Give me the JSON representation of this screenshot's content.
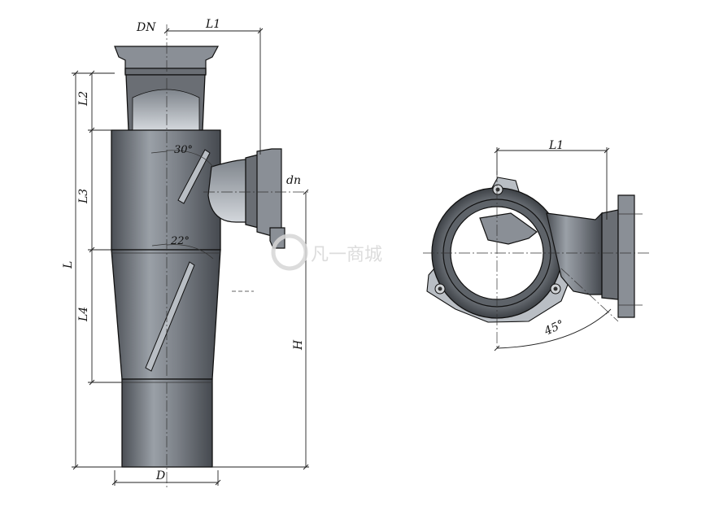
{
  "left_view": {
    "labels": {
      "dn_top": "DN",
      "l1": "L1",
      "l2": "L2",
      "l3": "L3",
      "l4": "L4",
      "l": "L",
      "d": "D",
      "h": "H",
      "dn_branch": "dn",
      "angle_top": "30°",
      "angle_bottom": "22°"
    }
  },
  "right_view": {
    "labels": {
      "l1": "L1",
      "angle": "45°"
    }
  },
  "watermark": {
    "text": "凡一商城"
  }
}
